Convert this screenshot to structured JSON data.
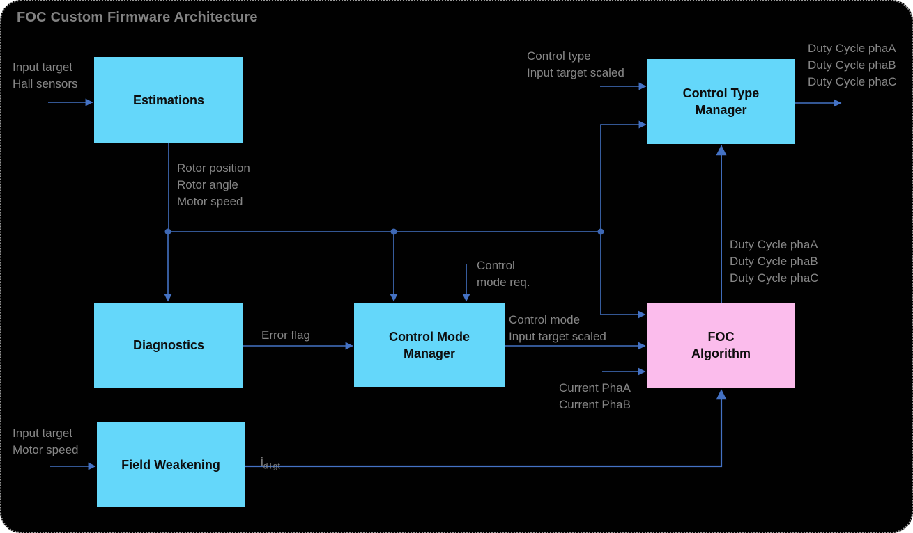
{
  "title": "FOC Custom Firmware Architecture",
  "colors": {
    "background": "#010101",
    "block_fill": "#64D7FA",
    "foc_block_fill": "#FBBCEC",
    "connector": "#4472C4",
    "junction_dot": "#3E68B4",
    "label_text": "#878787",
    "block_text": "#0D0D0D"
  },
  "blocks": {
    "estimations": {
      "label": "Estimations"
    },
    "control_type_manager": {
      "label": "Control Type\nManager"
    },
    "diagnostics": {
      "label": "Diagnostics"
    },
    "control_mode_manager": {
      "label": "Control Mode\nManager"
    },
    "foc_algorithm": {
      "label": "FOC\nAlgorithm"
    },
    "field_weakening": {
      "label": "Field Weakening"
    }
  },
  "labels": {
    "estimations_inputs": "Input target\nHall sensors",
    "estimations_outputs": "Rotor position\nRotor angle\nMotor speed",
    "ctm_inputs": "Control type\nInput target scaled",
    "ctm_outputs": "Duty Cycle phaA\nDuty Cycle phaB\nDuty Cycle phaC",
    "foc_outputs": "Duty Cycle phaA\nDuty Cycle phaB\nDuty Cycle phaC",
    "control_mode_request": "Control\nmode req.",
    "cmm_outputs": "Control mode\nInput target scaled",
    "foc_current_inputs": "Current PhaA\nCurrent PhaB",
    "error_flag": "Error flag",
    "fw_inputs": "Input target\nMotor speed",
    "idtgt": {
      "base": "i",
      "sub": "dTgt"
    }
  }
}
